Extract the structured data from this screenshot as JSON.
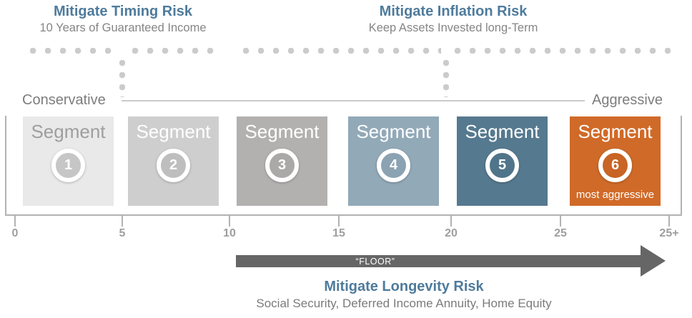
{
  "annotations": {
    "timing": {
      "title": "Mitigate Timing Risk",
      "subtitle": "10 Years of Guaranteed Income"
    },
    "inflation": {
      "title": "Mitigate Inflation Risk",
      "subtitle": "Keep Assets Invested long-Term"
    },
    "longevity": {
      "title": "Mitigate Longevity Risk",
      "subtitle": "Social Security, Deferred Income Annuity, Home Equity"
    }
  },
  "scale": {
    "left_label": "Conservative",
    "right_label": "Aggressive"
  },
  "segments": [
    {
      "label": "Segment",
      "number": "1",
      "box_color": "#e9e9e9",
      "label_color": "#9e9e9e",
      "circle_fill": "#c6c6c6",
      "number_color": "#ffffff",
      "note": ""
    },
    {
      "label": "Segment",
      "number": "2",
      "box_color": "#cfcece",
      "label_color": "#ffffff",
      "circle_fill": "#bfbebe",
      "number_color": "#ffffff",
      "note": ""
    },
    {
      "label": "Segment",
      "number": "3",
      "box_color": "#b3b0b0",
      "label_color": "#ffffff",
      "circle_fill": "#aba8a8",
      "number_color": "#ffffff",
      "note": ""
    },
    {
      "label": "Segment",
      "number": "4",
      "box_color": "#92a9b8",
      "label_color": "#ffffff",
      "circle_fill": "#8aa2b2",
      "number_color": "#ffffff",
      "note": ""
    },
    {
      "label": "Segment",
      "number": "5",
      "box_color": "#55798f",
      "label_color": "#ffffff",
      "circle_fill": "#50748a",
      "number_color": "#ffffff",
      "note": ""
    },
    {
      "label": "Segment",
      "number": "6",
      "box_color": "#d06a28",
      "label_color": "#ffffff",
      "circle_fill": "#c86425",
      "number_color": "#ffffff",
      "note": "most aggressive"
    }
  ],
  "axis": {
    "ticks": [
      "0",
      "5",
      "10",
      "15",
      "20",
      "25",
      "25+"
    ]
  },
  "floor": {
    "label": "“FLOOR”"
  },
  "colors": {
    "heading_blue": "#4e7b9c",
    "subtitle_gray": "#858585",
    "dot_gray": "#cbcbcb",
    "scale_label_gray": "#7d7d7d",
    "axis_gray": "#b2b2b2",
    "tick_label_gray": "#9e9e9e",
    "arrow_gray": "#666666",
    "segment6_orange": "#d06a28"
  }
}
